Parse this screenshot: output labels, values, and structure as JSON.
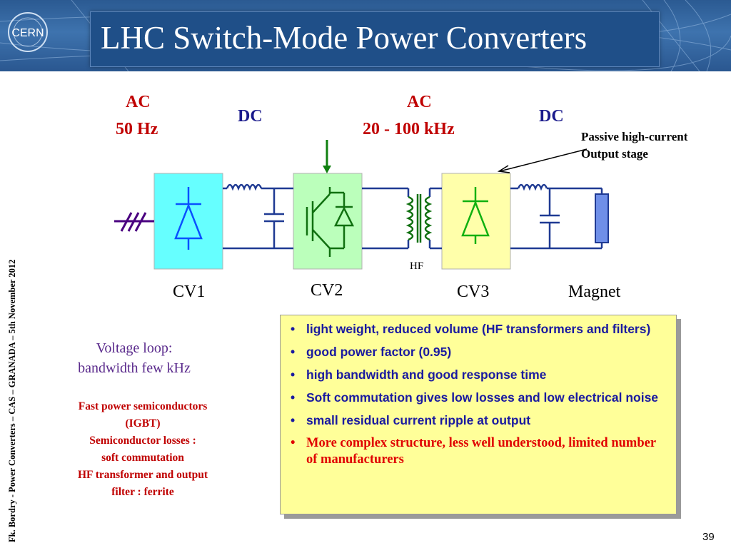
{
  "header": {
    "logo_text": "CERN",
    "title": "LHC Switch-Mode Power Converters"
  },
  "side_footer": "Fk. Bordry - Power Converters – CAS – GRANADA – 5th November 2012",
  "diagram": {
    "ac_label_1": "AC",
    "ac_freq_1": "50 Hz",
    "dc_label_1": "DC",
    "ac_label_2": "AC",
    "ac_freq_2": "20 - 100 kHz",
    "dc_label_2": "DC",
    "passive_line1": "Passive high-current",
    "passive_line2": "Output stage",
    "hf_label": "HF",
    "cv1": "CV1",
    "cv2": "CV2",
    "cv3": "CV3",
    "magnet": "Magnet",
    "colors": {
      "cv1_fill": "#66ffff",
      "cv2_fill": "#bbffbb",
      "cv3_fill": "#ffffaa",
      "wire": "#1f3a93",
      "diode": "#0a50ff",
      "igbt": "#107010",
      "cv3_diode": "#10b010",
      "magnet_fill": "#6f8fe8",
      "arrow": "#108010",
      "input_lines": "#4a0080"
    }
  },
  "voltage_loop": {
    "line1": "Voltage loop:",
    "line2": "bandwidth  few  kHz"
  },
  "notes": {
    "line1": "Fast power semiconductors",
    "line2": "(IGBT)",
    "line3": "Semiconductor losses :",
    "line4": "soft commutation",
    "line5": "HF transformer and output",
    "line6": "filter : ferrite"
  },
  "bullets": [
    {
      "text": "light weight, reduced volume (HF transformers and filters)"
    },
    {
      "text": "good power factor (0.95)"
    },
    {
      "text": "high bandwidth and good response time"
    },
    {
      "text": "Soft commutation gives low losses and low electrical noise"
    },
    {
      "text": "small residual current ripple at output"
    },
    {
      "text": "More complex structure, less well understood, limited number of manufacturers"
    }
  ],
  "bullet_symbol": "•",
  "page_number": "39"
}
